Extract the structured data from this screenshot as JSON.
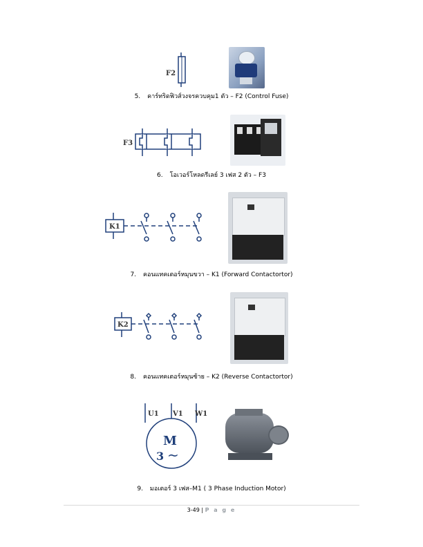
{
  "items": [
    {
      "num": "5.",
      "label": "คาร์ทริดฟิวส์วงจรควบคุม1 ตัว – F2 (Control Fuse)",
      "symbol_label": "F2"
    },
    {
      "num": "6.",
      "label": "โอเวอร์โหลดรีเลย์ 3 เฟส 2 ตัว –  F3",
      "symbol_label": "F3"
    },
    {
      "num": "7.",
      "label": "คอนแทคเตอร์หมุนขวา  –  K1 (Forward Contactortor)",
      "symbol_label": "K1"
    },
    {
      "num": "8.",
      "label": "คอนแทคเตอร์หมุนซ้าย – K2 (Reverse Contactortor)",
      "symbol_label": "K2"
    },
    {
      "num": "9.",
      "label": "มอเตอร์ 3 เฟส–M1 ( 3 Phase Induction Motor)",
      "symbol_label": "M"
    }
  ],
  "motor_symbol": {
    "terminals": [
      "U1",
      "V1",
      "W1"
    ],
    "phase": "3",
    "ac": "~"
  },
  "footer": {
    "page_number": "3-49",
    "separator": "|",
    "page_word": "P a g e"
  },
  "colors": {
    "symbol_stroke": "#1f3f7a",
    "label_text": "#333333"
  }
}
